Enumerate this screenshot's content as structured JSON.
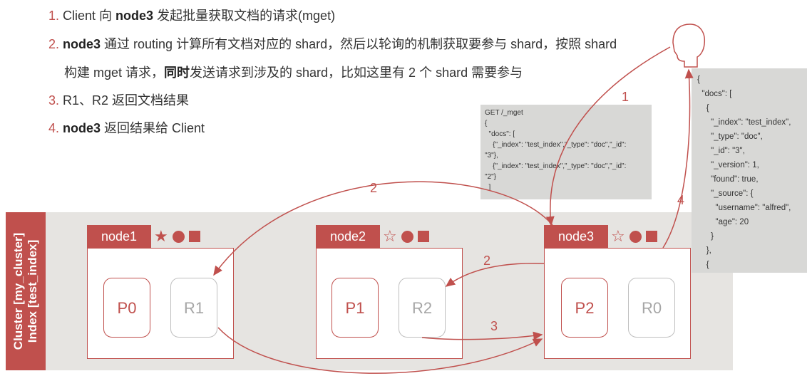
{
  "steps": [
    {
      "num": "1.",
      "parts": [
        [
          "Client 向 ",
          false
        ],
        [
          "node3",
          true
        ],
        [
          " 发起批量获取文档的请求(mget)",
          false
        ]
      ]
    },
    {
      "num": "2.",
      "parts": [
        [
          "node3",
          true
        ],
        [
          " 通过 routing 计算所有文档对应的 shard，然后以轮询的机制获取要参与 shard，按照 shard",
          false
        ]
      ]
    },
    {
      "num": "",
      "parts": [
        [
          "构建 mget 请求，",
          false
        ],
        [
          "同时",
          true
        ],
        [
          "发送请求到涉及的 shard，比如这里有 2 个 shard 需要参与",
          false
        ]
      ]
    },
    {
      "num": "3.",
      "parts": [
        [
          "R1、R2 返回文档结果",
          false
        ]
      ]
    },
    {
      "num": "4.",
      "parts": [
        [
          "node3",
          true
        ],
        [
          " 返回结果给 Client",
          false
        ]
      ]
    }
  ],
  "cluster_label": {
    "line1": "Cluster [my_cluster]",
    "line2": "Index [test_index]"
  },
  "nodes": [
    {
      "name": "node1",
      "star": "★",
      "shards": [
        {
          "label": "P0",
          "type": "primary"
        },
        {
          "label": "R1",
          "type": "replica"
        }
      ]
    },
    {
      "name": "node2",
      "star": "☆",
      "shards": [
        {
          "label": "P1",
          "type": "primary"
        },
        {
          "label": "R2",
          "type": "replica"
        }
      ]
    },
    {
      "name": "node3",
      "star": "☆",
      "shards": [
        {
          "label": "P2",
          "type": "primary"
        },
        {
          "label": "R0",
          "type": "replica"
        }
      ]
    }
  ],
  "request_code": "GET /_mget\n{\n  \"docs\": [\n    {\"_index\": \"test_index\",\"_type\": \"doc\",\"_id\":\n\"3\"},\n    {\"_index\": \"test_index\",\"_type\": \"doc\",\"_id\":\n\"2\"}\n  ]",
  "response_code": "{\n  \"docs\": [\n    {\n      \"_index\": \"test_index\",\n      \"_type\": \"doc\",\n      \"_id\": \"3\",\n      \"_version\": 1,\n      \"found\": true,\n      \"_source\": {\n        \"username\": \"alfred\",\n        \"age\": 20\n      }\n    },\n    {",
  "arrow_labels": {
    "a1": "1",
    "a2_top": "2",
    "a2_mid": "2",
    "a3": "3",
    "a4": "4"
  },
  "colors": {
    "accent": "#c0504d",
    "band": "#e6e4e1",
    "code_bg": "#d8d8d6",
    "replica": "#a6a6a6"
  },
  "client_icon": "person-head-icon"
}
